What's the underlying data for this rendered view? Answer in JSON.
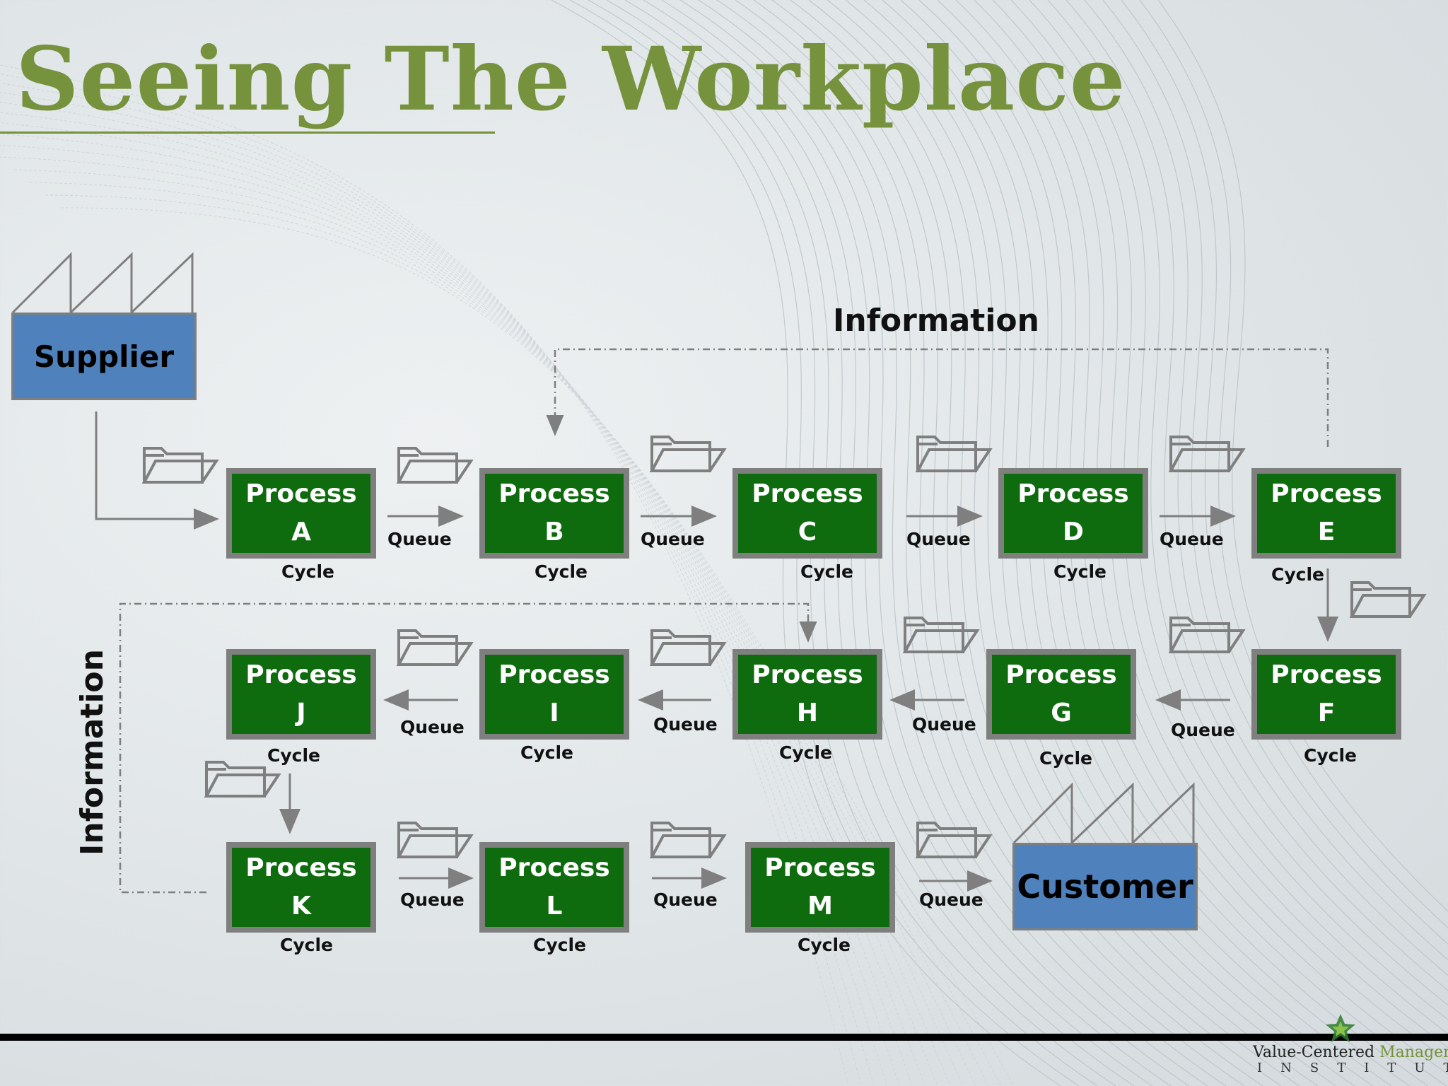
{
  "title": "Seeing The Workplace",
  "supplier": "Supplier",
  "customer": "Customer",
  "information_top": "Information",
  "information_left": "Information",
  "process_word": "Process",
  "processes": [
    "A",
    "B",
    "C",
    "D",
    "E",
    "F",
    "G",
    "H",
    "I",
    "J",
    "K",
    "L",
    "M"
  ],
  "queue": "Queue",
  "cycle": "Cycle",
  "logo": {
    "line1_a": "Value-Centered ",
    "line1_b": "Management",
    "tm": "™",
    "line2": "INSTITUTE"
  },
  "colors": {
    "title": "#76923c",
    "process_fill": "#0e6b0e",
    "process_border": "#7f7f7f",
    "entity_fill": "#4f81bd"
  }
}
